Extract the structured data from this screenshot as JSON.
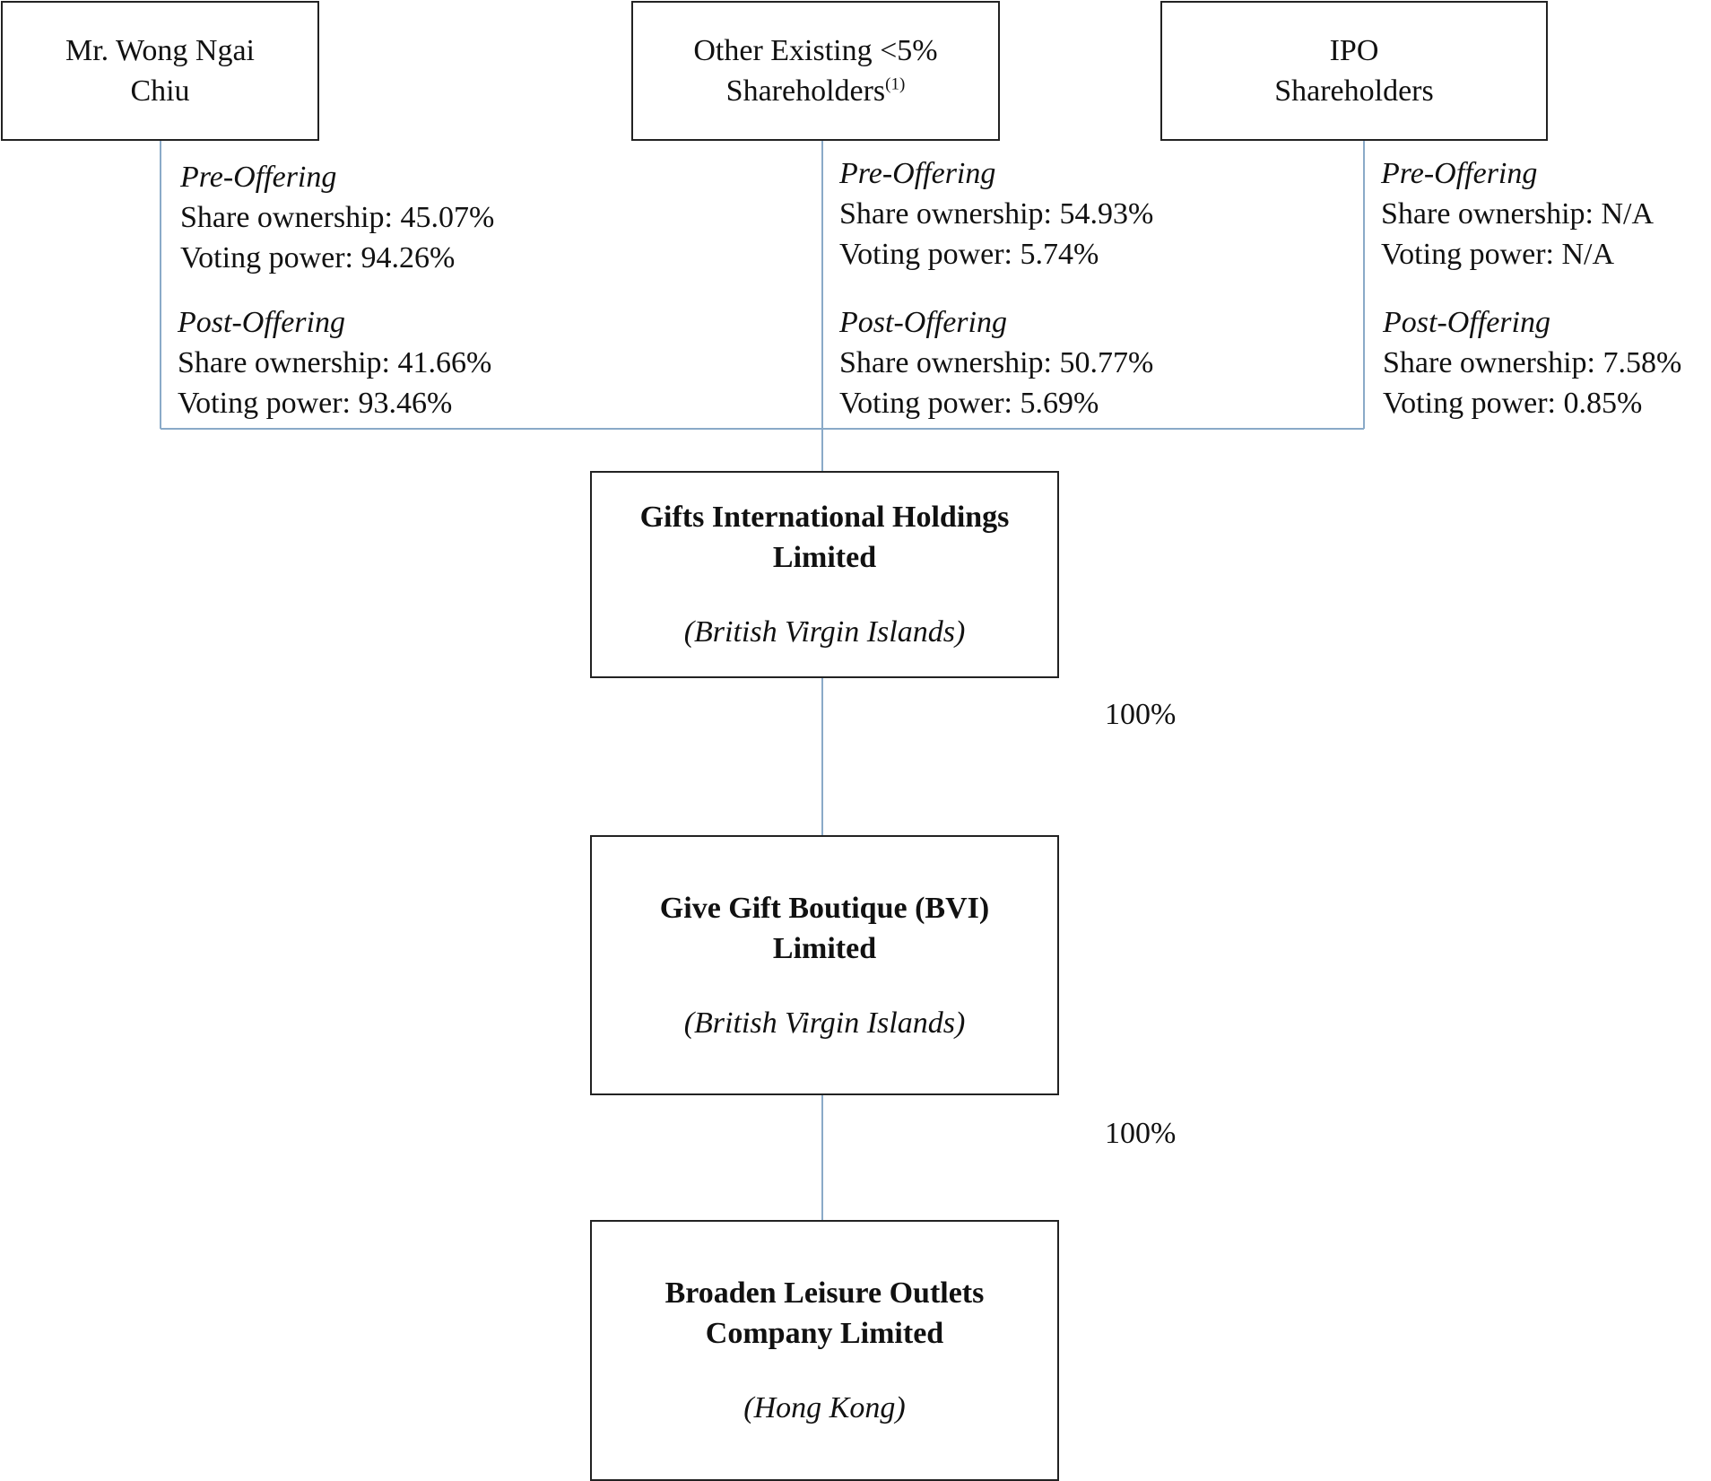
{
  "shareholders": [
    {
      "name_line1": "Mr. Wong Ngai",
      "name_line2": "Chiu",
      "name_sup": "",
      "pre": {
        "heading": "Pre-Offering",
        "share": "Share ownership: 45.07%",
        "voting": "Voting power: 94.26%"
      },
      "post": {
        "heading": "Post-Offering",
        "share": "Share ownership: 41.66%",
        "voting": "Voting power: 93.46%"
      }
    },
    {
      "name_line1": "Other Existing <5%",
      "name_line2": "Shareholders",
      "name_sup": "(1)",
      "pre": {
        "heading": "Pre-Offering",
        "share": "Share ownership: 54.93%",
        "voting": "Voting power: 5.74%"
      },
      "post": {
        "heading": "Post-Offering",
        "share": "Share ownership: 50.77%",
        "voting": "Voting power: 5.69%"
      }
    },
    {
      "name_line1": "IPO",
      "name_line2": "Shareholders",
      "name_sup": "",
      "pre": {
        "heading": "Pre-Offering",
        "share": "Share ownership: N/A",
        "voting": "Voting power: N/A"
      },
      "post": {
        "heading": "Post-Offering",
        "share": "Share ownership: 7.58%",
        "voting": "Voting power: 0.85%"
      }
    }
  ],
  "companies": [
    {
      "name_line1": "Gifts International Holdings",
      "name_line2": "Limited",
      "jurisdiction": "(British Virgin Islands)"
    },
    {
      "name_line1": "Give Gift Boutique (BVI)",
      "name_line2": "Limited",
      "jurisdiction": "(British Virgin Islands)"
    },
    {
      "name_line1": "Broaden Leisure Outlets",
      "name_line2": "Company Limited",
      "jurisdiction": "(Hong Kong)"
    }
  ],
  "ownership_labels": [
    "100%",
    "100%"
  ],
  "colors": {
    "connector": "#8aaac8",
    "box_border": "#222222",
    "text": "#111111"
  }
}
